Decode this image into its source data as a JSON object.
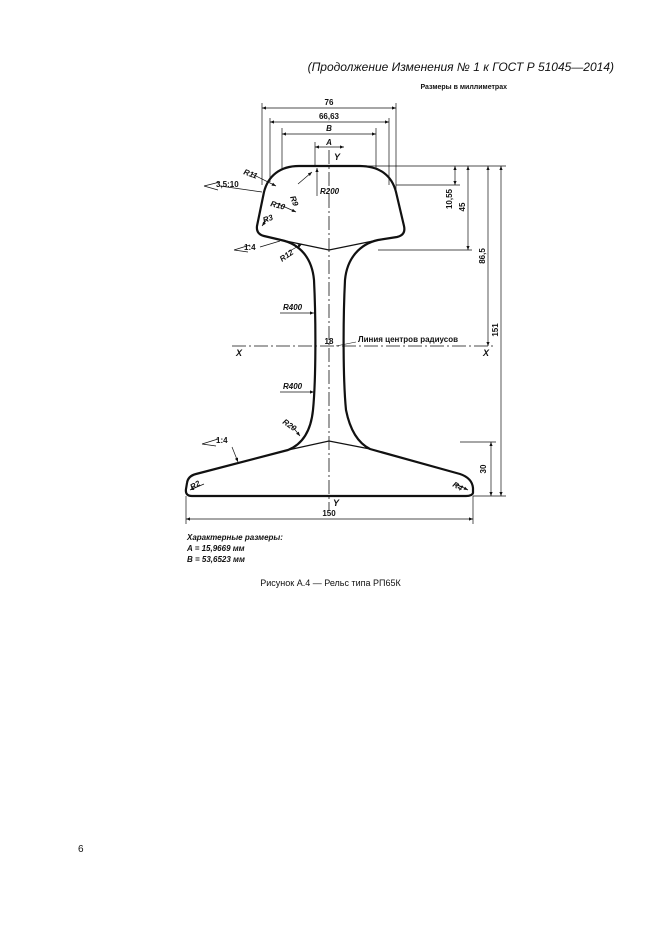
{
  "header": {
    "continuation": "(Продолжение Изменения № 1 к ГОСТ Р 51045—2014)",
    "units": "Размеры в миллиметрах"
  },
  "drawing": {
    "dimensions": {
      "width_76": "76",
      "width_6663": "66,63",
      "width_b": "B",
      "width_a": "A",
      "height_1055": "10,55",
      "height_45": "45",
      "height_865": "86,5",
      "height_151": "151",
      "height_30": "30",
      "width_150": "150",
      "web_18": "18"
    },
    "radii": {
      "r11": "R11",
      "r9": "R9",
      "r200": "R200",
      "r10": "R10",
      "r3": "R3",
      "r12": "R12",
      "r400_top": "R400",
      "r400_bottom": "R400",
      "r20": "R20",
      "r2_left": "R2",
      "r4_right": "R4"
    },
    "slopes": {
      "head_slope": "3,5:10",
      "upper_slope": "1:4",
      "lower_slope": "1:4"
    },
    "axes": {
      "x_left": "X",
      "x_right": "X",
      "y_top": "Y",
      "y_bottom": "Y",
      "center_line": "Линия центров радиусов"
    }
  },
  "characteristics": {
    "title": "Характерные размеры:",
    "a_value": "A = 15,9669 мм",
    "b_value": "B = 53,6523 мм"
  },
  "caption": "Рисунок А.4 — Рельс типа РП65К",
  "page_number": "6"
}
